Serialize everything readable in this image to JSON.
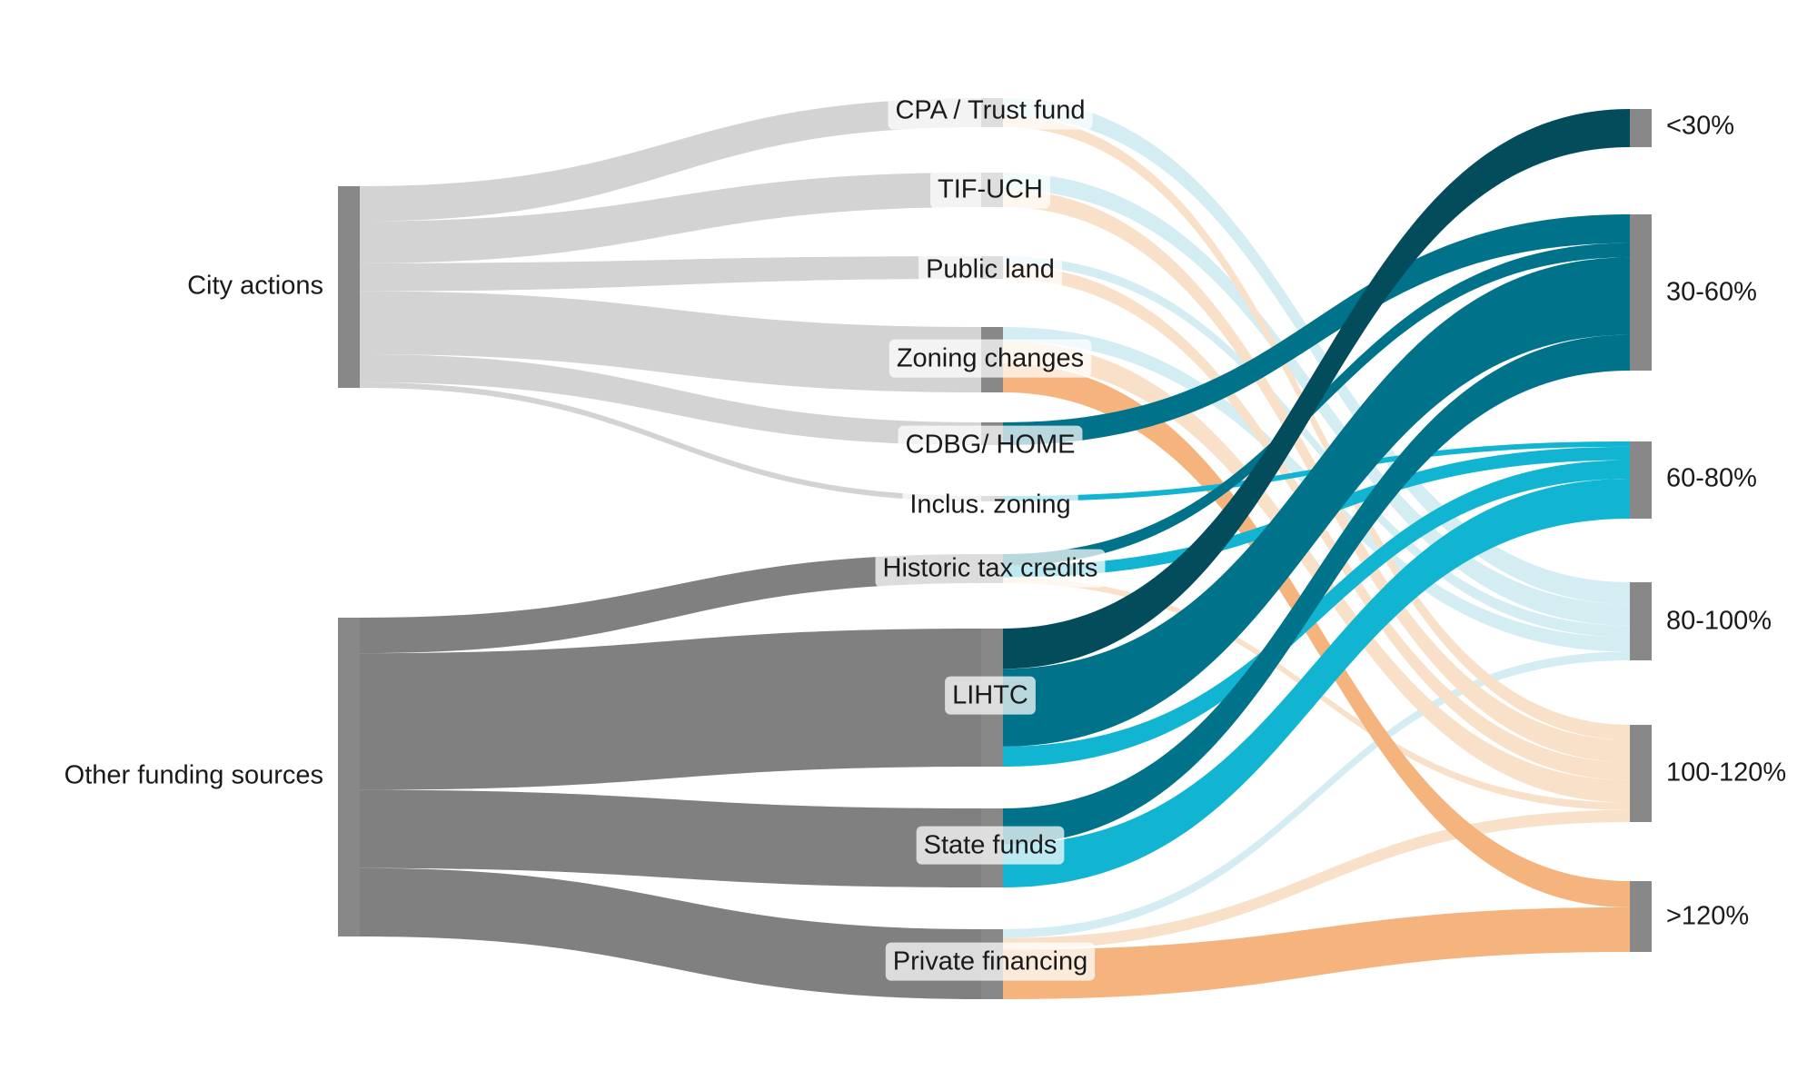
{
  "diagram": {
    "type": "sankey",
    "colors": {
      "node": "#888888",
      "city_link": "#d3d3d3",
      "other_link": "#808080",
      "<30%": "#034c5c",
      "30-60%": "#00738a",
      "60-80%": "#12b5d1",
      "80-100%": "#d4edf2",
      "100-120%": "#f9e1c9",
      ">120%": "#f5b47e"
    },
    "nodes": [
      {
        "id": "city",
        "label": "City actions",
        "stage": 0
      },
      {
        "id": "other",
        "label": "Other funding sources",
        "stage": 0
      },
      {
        "id": "cpa",
        "label": "CPA / Trust fund",
        "stage": 1
      },
      {
        "id": "tif",
        "label": "TIF-UCH",
        "stage": 1
      },
      {
        "id": "land",
        "label": "Public land",
        "stage": 1
      },
      {
        "id": "zoning",
        "label": "Zoning changes",
        "stage": 1
      },
      {
        "id": "cdbg",
        "label": "CDBG/ HOME",
        "stage": 1
      },
      {
        "id": "inclus",
        "label": "Inclus. zoning",
        "stage": 1
      },
      {
        "id": "historic",
        "label": "Historic tax credits",
        "stage": 1
      },
      {
        "id": "lihtc",
        "label": "LIHTC",
        "stage": 1
      },
      {
        "id": "state",
        "label": "State funds",
        "stage": 1
      },
      {
        "id": "private",
        "label": "Private financing",
        "stage": 1
      },
      {
        "id": "i30",
        "label": "<30%",
        "stage": 2
      },
      {
        "id": "i60",
        "label": "30-60%",
        "stage": 2
      },
      {
        "id": "i80",
        "label": "60-80%",
        "stage": 2
      },
      {
        "id": "i100",
        "label": "80-100%",
        "stage": 2
      },
      {
        "id": "i120",
        "label": "100-120%",
        "stage": 2
      },
      {
        "id": "i120p",
        "label": ">120%",
        "stage": 2
      }
    ],
    "links": [
      {
        "source": "city",
        "target": "cpa",
        "value": 2.5
      },
      {
        "source": "city",
        "target": "tif",
        "value": 3.0
      },
      {
        "source": "city",
        "target": "land",
        "value": 2.0
      },
      {
        "source": "city",
        "target": "zoning",
        "value": 4.5
      },
      {
        "source": "city",
        "target": "cdbg",
        "value": 2.0
      },
      {
        "source": "city",
        "target": "inclus",
        "value": 0.4
      },
      {
        "source": "other",
        "target": "historic",
        "value": 2.5
      },
      {
        "source": "other",
        "target": "lihtc",
        "value": 9.6
      },
      {
        "source": "other",
        "target": "state",
        "value": 5.5
      },
      {
        "source": "other",
        "target": "private",
        "value": 4.8
      },
      {
        "source": "cpa",
        "target": "i100",
        "value": 1.5
      },
      {
        "source": "cpa",
        "target": "i120",
        "value": 1.0
      },
      {
        "source": "tif",
        "target": "i100",
        "value": 1.5
      },
      {
        "source": "tif",
        "target": "i120",
        "value": 1.5
      },
      {
        "source": "land",
        "target": "i100",
        "value": 0.8
      },
      {
        "source": "land",
        "target": "i120",
        "value": 1.2
      },
      {
        "source": "zoning",
        "target": "i100",
        "value": 1.0
      },
      {
        "source": "zoning",
        "target": "i120",
        "value": 1.5
      },
      {
        "source": "zoning",
        "target": "i120p",
        "value": 2.0
      },
      {
        "source": "cdbg",
        "target": "i60",
        "value": 2.0
      },
      {
        "source": "inclus",
        "target": "i80",
        "value": 0.4
      },
      {
        "source": "historic",
        "target": "i60",
        "value": 1.0
      },
      {
        "source": "historic",
        "target": "i80",
        "value": 1.0
      },
      {
        "source": "historic",
        "target": "i120",
        "value": 0.5
      },
      {
        "source": "lihtc",
        "target": "i30",
        "value": 2.8
      },
      {
        "source": "lihtc",
        "target": "i60",
        "value": 5.4
      },
      {
        "source": "lihtc",
        "target": "i80",
        "value": 1.4
      },
      {
        "source": "state",
        "target": "i60",
        "value": 2.5
      },
      {
        "source": "state",
        "target": "i80",
        "value": 3.0
      },
      {
        "source": "private",
        "target": "i100",
        "value": 0.6
      },
      {
        "source": "private",
        "target": "i120",
        "value": 0.8
      },
      {
        "source": "private",
        "target": "i120p",
        "value": 3.4
      }
    ]
  }
}
